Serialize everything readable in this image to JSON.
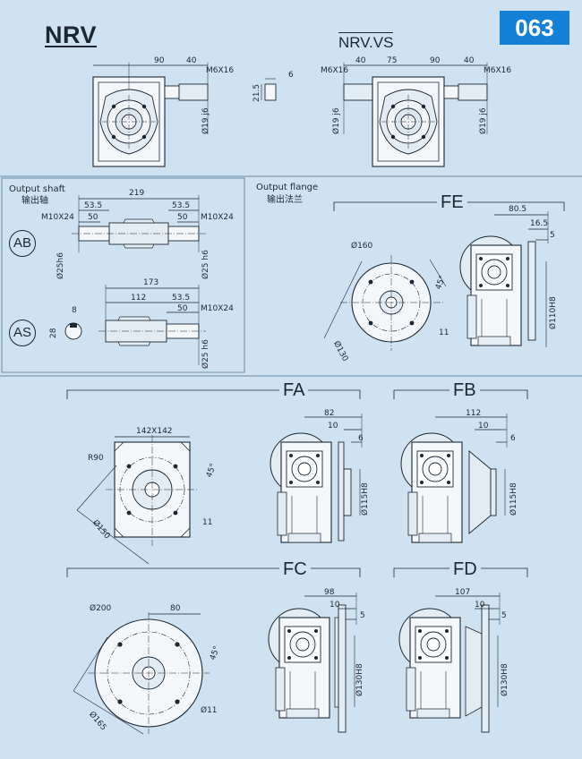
{
  "header": {
    "model": "NRV",
    "model_vs": "NRV.VS",
    "size_code": "063"
  },
  "top_dims": {
    "nrv": {
      "d90": "90",
      "d40": "40",
      "thread": "M6X16",
      "shaft": "Ø19 j6"
    },
    "key": {
      "w": "6",
      "h": "21.5"
    },
    "vs": {
      "thread_l": "M6X16",
      "d40a": "40",
      "d75": "75",
      "d90": "90",
      "d40b": "40",
      "thread_r": "M6X16",
      "shaft_l": "Ø19 j6",
      "shaft_r": "Ø19 j6"
    }
  },
  "output_shaft": {
    "title": "Output shaft",
    "title_cn": "输出轴",
    "ab": {
      "label": "AB",
      "d219": "219",
      "d53a": "53.5",
      "d53b": "53.5",
      "d50a": "50",
      "d50b": "50",
      "thread_l": "M10X24",
      "thread_r": "M10X24",
      "dia_l": "Ø25h6",
      "dia_r": "Ø25 h6"
    },
    "as": {
      "label": "AS",
      "d173": "173",
      "d112": "112",
      "d53": "53.5",
      "d50": "50",
      "thread": "M10X24",
      "key_w": "8",
      "key_h": "28",
      "dia": "Ø25 h6"
    }
  },
  "output_flange": {
    "title": "Output flange",
    "title_cn": "输出法兰",
    "fe": {
      "label": "FE",
      "d160": "Ø160",
      "deg": "45°",
      "d130": "Ø130",
      "hole": "11",
      "d80": "80.5",
      "d16": "16.5",
      "d5": "5",
      "bore": "Ø110H8"
    }
  },
  "fa": {
    "label": "FA",
    "sq": "142X142",
    "r": "R90",
    "deg": "45°",
    "dia": "Ø150",
    "hole": "11",
    "d82": "82",
    "d10": "10",
    "d6": "6",
    "bore": "Ø115H8"
  },
  "fb": {
    "label": "FB",
    "d112": "112",
    "d10": "10",
    "d6": "6",
    "bore": "Ø115H8"
  },
  "fc": {
    "label": "FC",
    "d200": "Ø200",
    "d80": "80",
    "deg": "45°",
    "hole": "Ø11",
    "dia": "Ø165",
    "d98": "98",
    "d10": "10",
    "d5": "5",
    "bore": "Ø130H8"
  },
  "fd": {
    "label": "FD",
    "d107": "107",
    "d10": "10",
    "d5": "5",
    "bore": "Ø130H8"
  }
}
